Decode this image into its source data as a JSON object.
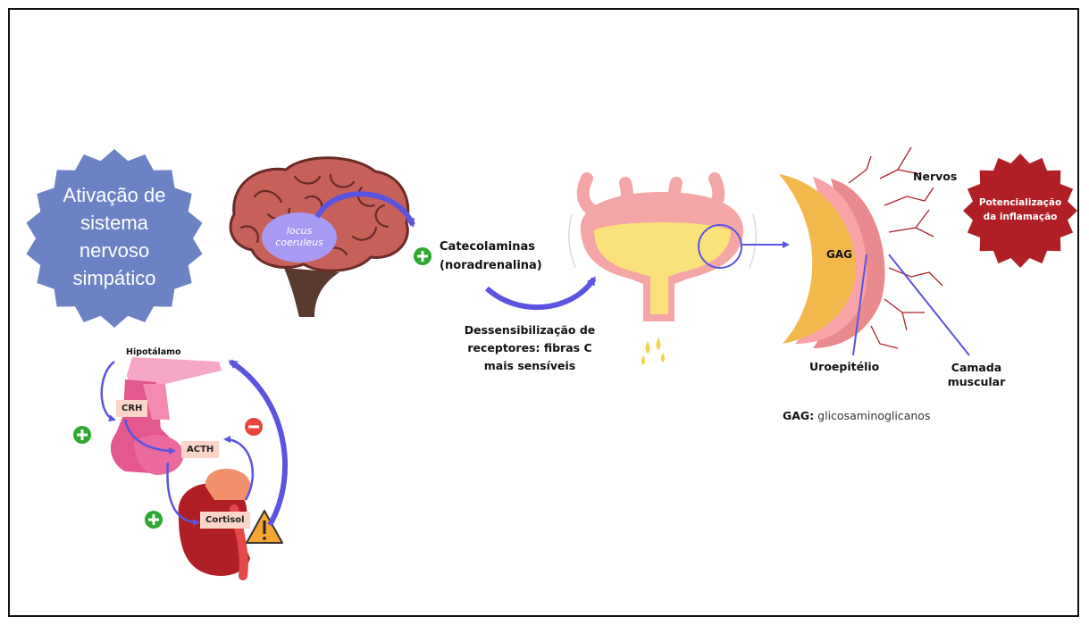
{
  "sympathetic": {
    "line1": "Ativação de",
    "line2": "sistema",
    "line3": "nervoso",
    "line4": "simpático"
  },
  "brain": {
    "region_line1": "locus",
    "region_line2": "coeruleus"
  },
  "catecholamines": {
    "line1": "Catecolaminas",
    "line2": "(noradrenalina)"
  },
  "desensitization": {
    "line1": "Dessensibilização de",
    "line2": "receptores: fibras C",
    "line3": "mais sensíveis"
  },
  "hpa": {
    "hypothalamus": "Hipotálamo",
    "crh": "CRH",
    "acth": "ACTH",
    "cortisol": "Cortisol"
  },
  "bladder_wall": {
    "gag": "GAG",
    "nerves": "Nervos",
    "urothelium": "Uroepitélio",
    "muscle_line1": "Camada",
    "muscle_line2": "muscular",
    "legend_term": "GAG:",
    "legend_text": " glicosaminoglicanos"
  },
  "inflammation": {
    "line1": "Potencialização",
    "line2": "da inflamação"
  },
  "colors": {
    "sympathetic_badge": "#6b82c4",
    "arrow": "#5a54e0",
    "plus": "#2ea82e",
    "minus": "#e8463c",
    "inflammation_badge": "#b01f24",
    "urine": "#f9e27a",
    "gag": "#f2b84b",
    "brain": "#c8605a",
    "tag_fill": "#fbd5c8"
  },
  "icons": [
    "brain-icon",
    "bladder-icon",
    "hypothalamus-pituitary-icon",
    "kidney-adrenal-icon",
    "warning-icon",
    "plus-icon",
    "minus-icon",
    "bladder-wall-icon"
  ]
}
